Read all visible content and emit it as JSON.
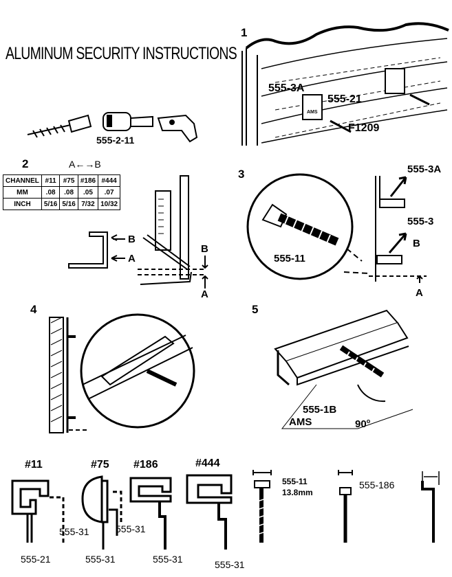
{
  "title": "ALUMINUM SECURITY INSTRUCTIONS",
  "steps": [
    "1",
    "2",
    "3",
    "4",
    "5"
  ],
  "step1": {
    "driver_bit": "555-2-11",
    "clip_a": "555-3A",
    "channel": "555-21",
    "screw": "F1209",
    "clip_text": "AMS"
  },
  "step2": {
    "ab_label": "A←→B",
    "table": {
      "headers": [
        "CHANNEL",
        "#11",
        "#75",
        "#186",
        "#444"
      ],
      "rows": [
        [
          "MM",
          ".08",
          ".08",
          ".05",
          ".07"
        ],
        [
          "INCH",
          "5/16",
          "5/16",
          "7/32",
          "10/32"
        ]
      ]
    },
    "label_b": "B",
    "label_a": "A",
    "label_b2": "B",
    "label_a2": "A"
  },
  "step3": {
    "screw": "555-11",
    "clip_a": "555-3A",
    "clip": "555-3",
    "label_b": "B",
    "label_a": "A"
  },
  "step5": {
    "channel": "555-1B",
    "brand": "AMS",
    "angle": "90",
    "angle_unit": "o"
  },
  "profiles": {
    "names": [
      "#11",
      "#75",
      "#186",
      "#444"
    ],
    "parts": [
      "555-21",
      "555-31",
      "555-31",
      "555-31",
      "555-31",
      "555-31"
    ],
    "screw_a": "555-11",
    "screw_a_size": "13.8mm",
    "screw_b": "555-186"
  }
}
